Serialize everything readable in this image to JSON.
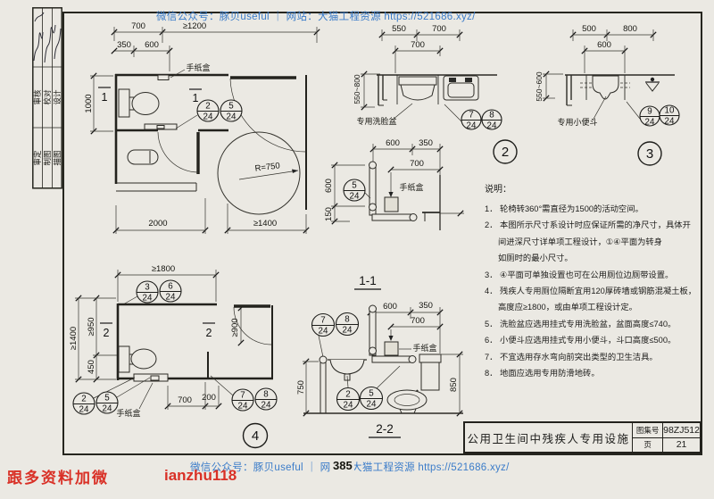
{
  "watermark": {
    "top": "微信公众号：豚贝useful ｜ 网站：大猫工程资源 https://521686.xyz/",
    "bottom": "微信公众号：豚贝useful ｜ 网站：大猫工程资源 https://521686.xyz/",
    "page_number_overlay": "385"
  },
  "stamp": {
    "red_note": "跟多资料加微",
    "red_wechat": "ianzhu118"
  },
  "title_block": {
    "title": "公用卫生间中残疾人专用设施",
    "atlas_label": "图集号",
    "atlas_no": "98ZJ512",
    "page_label": "页",
    "page_no": "21"
  },
  "strip": {
    "row1": [
      "审核",
      "校对",
      "设计"
    ],
    "row2": [
      "审定",
      "制图",
      "描图"
    ]
  },
  "notes": {
    "heading": "说明：",
    "lines": [
      "1． 轮椅转360°需直径为1500的活动空间。",
      "2． 本图所示尺寸系设计时应保证所需的净尺寸，具体开",
      "间进深尺寸详单项工程设计，①④平面为转身",
      "如厕时的最小尺寸。",
      "3． ④平面可单独设置也可在公用厕位边厕带设置。",
      "4． 残疾人专用厕位隔断宜用120厚砖墙或钢筋混凝土板，",
      "高度应≥1800，或由单项工程设计定。",
      "5． 洗脸盆应选用挂式专用洗脸盆，盆面高度≤740。",
      "6． 小便斗应选用挂式专用小便斗，斗口高度≤500。",
      "7． 不宜选用存水弯向前突出类型的卫生洁具。",
      "8． 地面应选用专用防滑地砖。"
    ]
  },
  "d1": {
    "dim_w1": "700",
    "dim_w2": "≥1200",
    "dim_w3": "350",
    "dim_w4": "600",
    "dim_h": "1000",
    "dim_b1": "2000",
    "dim_b2": "≥1400",
    "radius_label": "R=750",
    "paper_box": "手纸盒",
    "section_mark": "1",
    "bubbles": [
      {
        "n": "2",
        "d": "24"
      },
      {
        "n": "5",
        "d": "24"
      }
    ]
  },
  "d2": {
    "dim_w1": "550",
    "dim_w2": "700",
    "dim_w3": "700",
    "dim_v": "550~800",
    "fixture_label": "专用洗脸盆",
    "number": "2",
    "bubbles": [
      {
        "n": "7",
        "d": "24"
      },
      {
        "n": "8",
        "d": "24"
      }
    ]
  },
  "d3": {
    "dim_w1": "500",
    "dim_w2": "800",
    "dim_w3": "600",
    "dim_v": "550~600",
    "fixture_label": "专用小便斗",
    "number": "3",
    "bubbles": [
      {
        "n": "9",
        "d": "24"
      },
      {
        "n": "10",
        "d": "24"
      }
    ]
  },
  "s11": {
    "title": "1-1",
    "dim_w1": "600",
    "dim_w2": "350",
    "dim_w3": "700",
    "dim_v1": "600",
    "dim_v2": "150",
    "paper_box": "手纸盒",
    "bubbles": [
      {
        "n": "5",
        "d": "24"
      }
    ]
  },
  "s22": {
    "title": "2-2",
    "dim_w1": "600",
    "dim_w2": "350",
    "dim_w3": "700",
    "dim_v1": "750",
    "dim_v2": "850",
    "paper_box": "手纸盒",
    "bubbles": [
      {
        "n": "7",
        "d": "24"
      },
      {
        "n": "8",
        "d": "24"
      },
      {
        "n": "2",
        "d": "24"
      },
      {
        "n": "5",
        "d": "24"
      }
    ]
  },
  "d4": {
    "dim_top": "≥1800",
    "dim_v1": "≥1400",
    "dim_v2": "≥950",
    "dim_v3": "450",
    "dim_door": "≥900",
    "dim_b1": "700",
    "dim_b2": "200",
    "paper_box": "手纸盒",
    "section_mark": "2",
    "number": "4",
    "bubbles": [
      {
        "n": "3",
        "d": "24"
      },
      {
        "n": "6",
        "d": "24"
      },
      {
        "n": "2",
        "d": "24"
      },
      {
        "n": "5",
        "d": "24"
      },
      {
        "n": "7",
        "d": "24"
      },
      {
        "n": "8",
        "d": "24"
      }
    ]
  }
}
